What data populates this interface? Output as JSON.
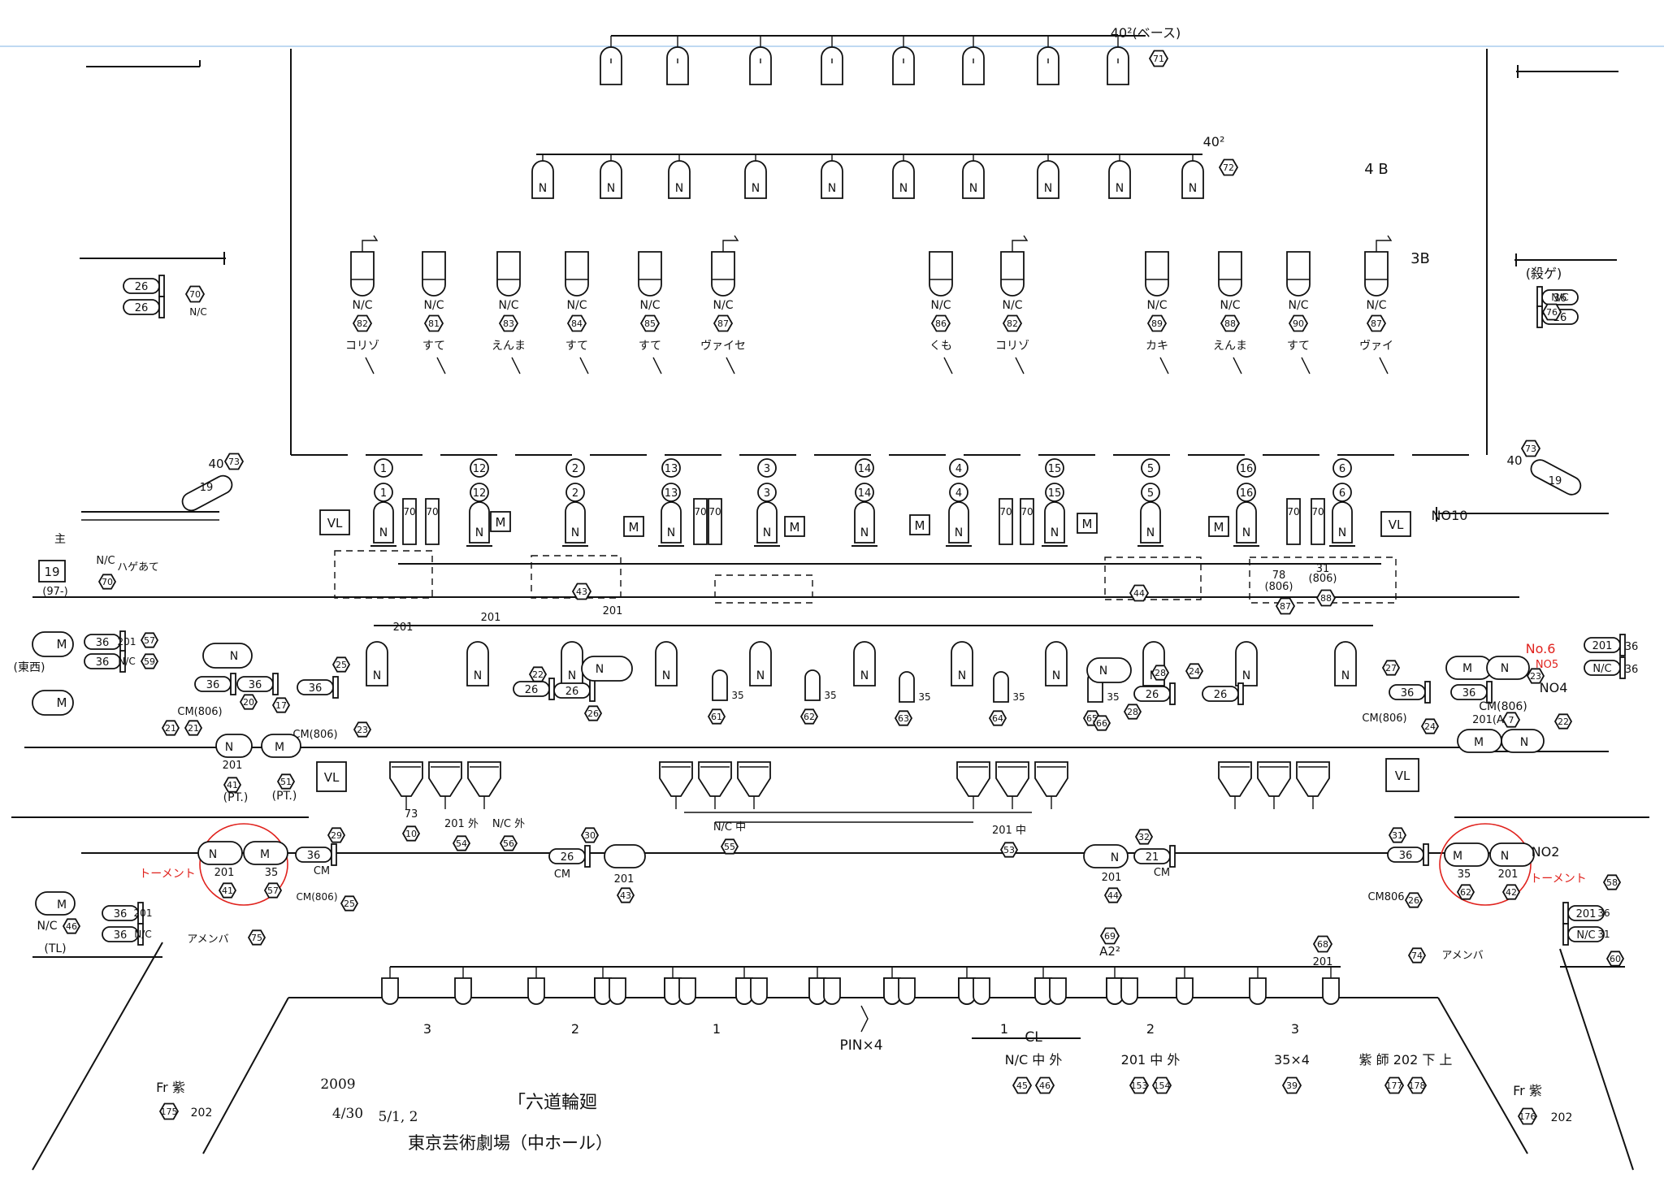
{
  "plot_title": "「六道輪廻",
  "venue": "東京芸術劇場（中ホール）",
  "dates": {
    "year": "2009",
    "d1": "4/30",
    "d2": "5/1, 2"
  },
  "top_bars": [
    {
      "label": "40²(ベース)",
      "ch": "71"
    },
    {
      "label": "40²",
      "ch": "72"
    }
  ],
  "row_labels": {
    "4b": "4 B",
    "3b": "3B",
    "no10": "NO10",
    "no4": "NO4",
    "no2": "NO2",
    "no6": "No.6",
    "no5": "NO5"
  },
  "row3b": [
    {
      "tag": "N/C",
      "ch": "82",
      "focus": "コリゾ"
    },
    {
      "tag": "N/C",
      "ch": "81",
      "focus": "すて"
    },
    {
      "tag": "N/C",
      "ch": "83",
      "focus": "えんま"
    },
    {
      "tag": "N/C",
      "ch": "84",
      "focus": "すて"
    },
    {
      "tag": "N/C",
      "ch": "85",
      "focus": "すて"
    },
    {
      "tag": "N/C",
      "ch": "87",
      "focus": "ヴァイセ"
    },
    {
      "tag": "N/C",
      "ch": "86",
      "focus": "くも"
    },
    {
      "tag": "N/C",
      "ch": "82",
      "focus": "コリゾ"
    },
    {
      "tag": "N/C",
      "ch": "89",
      "focus": "カキ"
    },
    {
      "tag": "N/C",
      "ch": "88",
      "focus": "えんま"
    },
    {
      "tag": "N/C",
      "ch": "90",
      "focus": "すて"
    },
    {
      "tag": "N/C",
      "ch": "87",
      "focus": "ヴァイ"
    }
  ],
  "no10_units": [
    "1",
    "12",
    "2",
    "13",
    "3",
    "14",
    "4",
    "15",
    "5",
    "16",
    "6"
  ],
  "no10_box_ch": [
    "43",
    "44"
  ],
  "no10_extra": {
    "l1": "78",
    "l2": "(806)",
    "l3": "31",
    "l4": "(806)",
    "c1": "87",
    "c2": "88"
  },
  "side_left": {
    "ch19": "19",
    "deg": "40",
    "ch73": "73",
    "ch70": "70",
    "nc": "N/C",
    "n26a": "26",
    "n26b": "26",
    "note": "ハゲあて",
    "ninety": "(97-)",
    "kanji": "主"
  },
  "side_right": {
    "ch19": "19",
    "deg": "40",
    "ch73": "73",
    "ch76": "76",
    "nc": "N/C",
    "note": "(殺ゲ)",
    "n36": "36",
    "n26": "26"
  },
  "no4_left": {
    "n201": "201",
    "n36": "36",
    "n57": "57",
    "nc": "N/C",
    "n59": "59",
    "east": "(東西)",
    "cm806": "CM(806)",
    "c21a": "21",
    "c21b": "21",
    "c23": "23",
    "c17": "17",
    "c25": "25",
    "c20": "20",
    "c41": "41",
    "c51": "51",
    "pt": "(PT.)"
  },
  "no4_right": {
    "n201": "201",
    "n36": "36",
    "nc": "N/C",
    "cm806": "CM(806)",
    "c22": "22",
    "c23": "23",
    "c27": "27",
    "c24": "24",
    "c28": "28",
    "c66": "66",
    "c201a": "201(A)",
    "c7": "7"
  },
  "no4_lower_ch": [
    "61",
    "62",
    "63",
    "64",
    "65"
  ],
  "no4_labels": {
    "n201a": "201",
    "n201b": "201",
    "n201c": "201",
    "n35": "35",
    "c22": "22",
    "c26": "26"
  },
  "no2": {
    "left_ch": [
      "41",
      "57"
    ],
    "left_vals": [
      "201",
      "35"
    ],
    "left_note": "トーメント",
    "right_ch": [
      "62",
      "42"
    ],
    "right_vals": [
      "35",
      "201"
    ],
    "right_note": "トーメント",
    "c29": "29",
    "c30": "30",
    "c32": "32",
    "c31": "31",
    "cm": "CM",
    "cm806": "CM(806)",
    "c25": "25",
    "c43": "43",
    "c44": "44",
    "c26": "26",
    "c201": "201",
    "cm806r": "CM806"
  },
  "wash_ch": [
    {
      "top": "73",
      "ch": "10"
    },
    {
      "top": "201 外",
      "ch": "54"
    },
    {
      "top": "N/C 外",
      "ch": "56"
    },
    {
      "top": "N/C 中",
      "ch": "55"
    },
    {
      "top": "201 中",
      "ch": "53"
    }
  ],
  "side_bottom_left": {
    "nc": "N/C",
    "c46": "46",
    "tl": "(TL)",
    "n36a": "36",
    "n201": "201",
    "n36b": "36",
    "nc2": "N/C",
    "amb": "アメンバ",
    "c75": "75"
  },
  "side_bottom_right": {
    "c58": "58",
    "n201": "201",
    "n36": "36",
    "nc": "N/C",
    "n31": "31",
    "c60": "60",
    "amb": "アメンバ",
    "c74": "74"
  },
  "foh": {
    "a2": "A2²",
    "c69": "69",
    "c68": "68",
    "n201": "201",
    "pin": "PIN×4",
    "cl": "CL"
  },
  "stage_marks": [
    "3",
    "2",
    "1",
    "1",
    "2",
    "3"
  ],
  "legend": [
    {
      "label": "N/C 中 外",
      "ch": [
        "45",
        "46"
      ]
    },
    {
      "label": "201 中 外",
      "ch": [
        "153",
        "154"
      ]
    },
    {
      "label": "35×4",
      "ch": [
        "39"
      ]
    },
    {
      "label": "紫 師 202 下 上",
      "ch": [
        "177",
        "178"
      ]
    }
  ],
  "corner_left": {
    "label": "Fr 紫",
    "ch": "175",
    "val": "202"
  },
  "corner_right": {
    "label": "Fr 紫",
    "ch": "176",
    "val": "202"
  },
  "box_labels": {
    "vl": "VL",
    "m": "M",
    "n": "N",
    "deg": "70"
  }
}
